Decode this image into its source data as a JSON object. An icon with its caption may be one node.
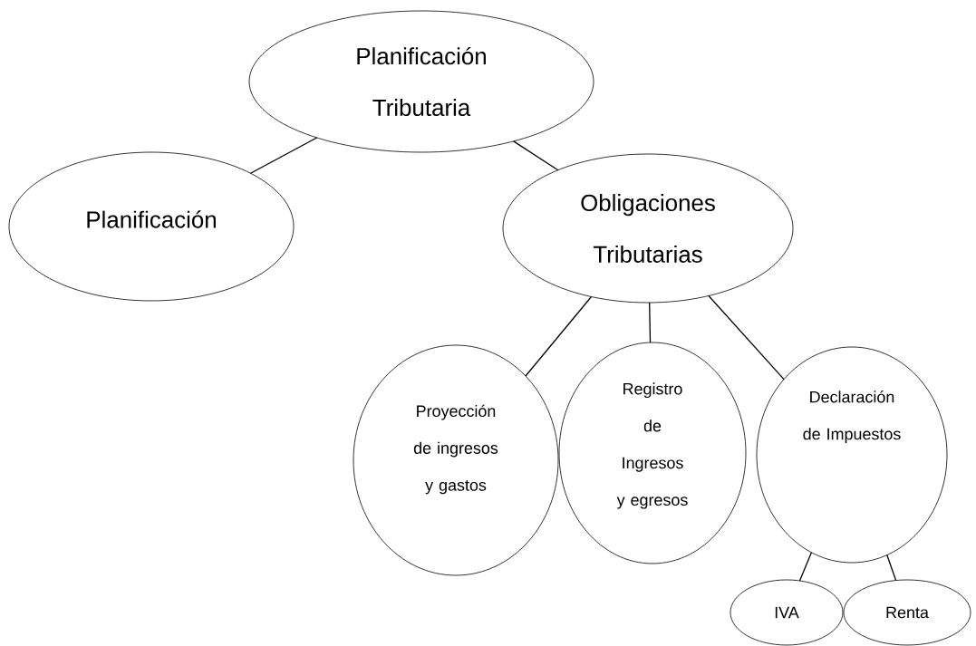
{
  "diagram": {
    "nodes": [
      {
        "text": [
          "Planificación Tributaria"
        ]
      },
      {
        "text": [
          "Planificación"
        ]
      },
      {
        "text": [
          "Obligaciones Tributarias"
        ]
      },
      {
        "text": [
          "Proyección de ingresos y gastos"
        ]
      },
      {
        "text": [
          "Registro de Ingresos y egresos"
        ]
      },
      {
        "text": [
          "Declaración de Impuestos"
        ]
      },
      {
        "text": [
          "IVA"
        ]
      },
      {
        "text": [
          "Renta"
        ]
      }
    ],
    "edges": [
      {
        "from": 0,
        "to": 1,
        "arrow": "none"
      },
      {
        "from": 0,
        "to": 2,
        "arrow": "none"
      },
      {
        "from": 2,
        "to": 3,
        "arrow": "none"
      },
      {
        "from": 2,
        "to": 4,
        "arrow": "none"
      },
      {
        "from": 2,
        "to": 5,
        "arrow": "none"
      },
      {
        "from": 5,
        "to": 6,
        "arrow": "none"
      },
      {
        "from": 5,
        "to": 7,
        "arrow": "none"
      }
    ]
  }
}
